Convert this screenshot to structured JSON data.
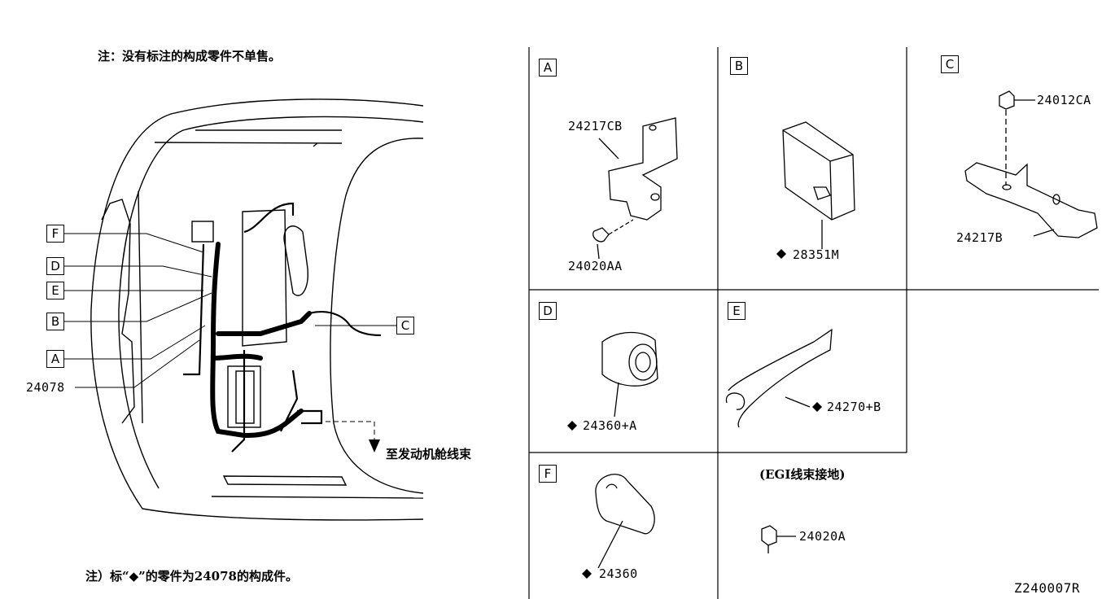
{
  "notes": {
    "top": "注：没有标注的构成零件不单售。",
    "bottom": "注）标“◆”的零件为24078的构成件。",
    "destination": "至发动机舱线束",
    "egi_ground": "(EGI线束接地)"
  },
  "callouts": {
    "F": "F",
    "D": "D",
    "E": "E",
    "B": "B",
    "A": "A",
    "C": "C"
  },
  "main_part": "24078",
  "panels": {
    "A": {
      "label": "A",
      "parts": [
        "24217CB",
        "24020AA"
      ]
    },
    "B": {
      "label": "B",
      "parts": [
        "28351M"
      ]
    },
    "C": {
      "label": "C",
      "parts": [
        "24012CA",
        "24217B"
      ]
    },
    "D": {
      "label": "D",
      "parts": [
        "24360+A"
      ]
    },
    "E": {
      "label": "E",
      "parts": [
        "24270+B"
      ]
    },
    "F": {
      "label": "F",
      "parts": [
        "24360"
      ]
    },
    "G": {
      "parts": [
        "24020A"
      ]
    }
  },
  "diagram_id": "Z240007R"
}
